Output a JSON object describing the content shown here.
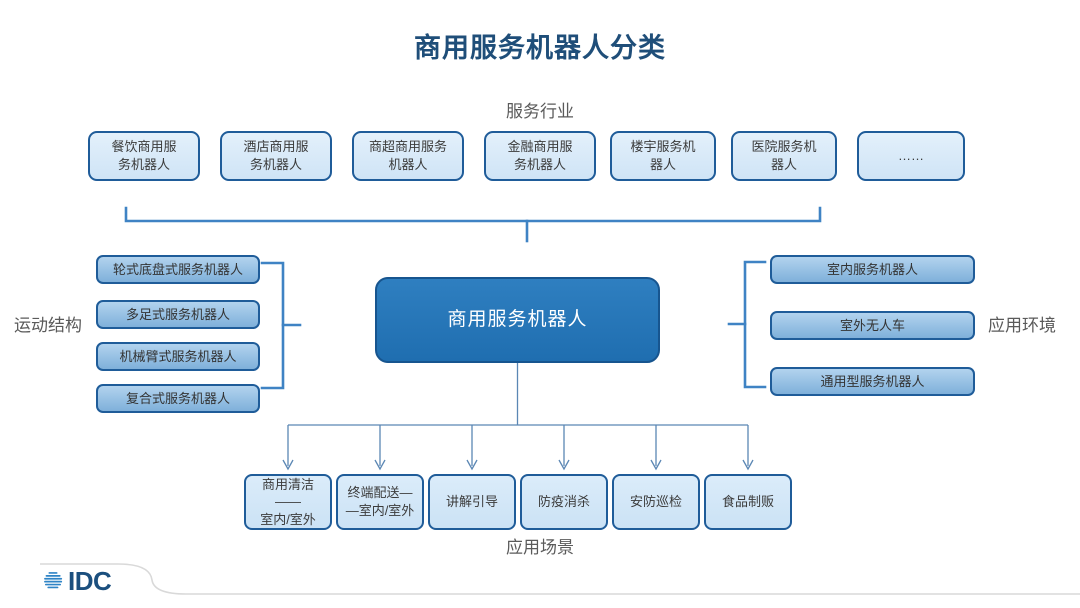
{
  "title": "商用服务机器人分类",
  "labels": {
    "top": "服务行业",
    "left": "运动结构",
    "right": "应用环境",
    "bottom": "应用场景"
  },
  "hub": {
    "label": "商用服务机器人"
  },
  "industry_row": [
    {
      "label": "餐饮商用服\n务机器人"
    },
    {
      "label": "酒店商用服\n务机器人"
    },
    {
      "label": "商超商用服务\n机器人"
    },
    {
      "label": "金融商用服\n务机器人"
    },
    {
      "label": "楼宇服务机\n器人"
    },
    {
      "label": "医院服务机\n器人"
    },
    {
      "label": "……"
    }
  ],
  "motion_structure": [
    {
      "label": "轮式底盘式服务机器人"
    },
    {
      "label": "多足式服务机器人"
    },
    {
      "label": "机械臂式服务机器人"
    },
    {
      "label": "复合式服务机器人"
    }
  ],
  "environment": [
    {
      "label": "室内服务机器人"
    },
    {
      "label": "室外无人车"
    },
    {
      "label": "通用型服务机器人"
    }
  ],
  "scenarios": [
    {
      "label": "商用清洁——\n室内/室外"
    },
    {
      "label": "终端配送—\n—室内/室外"
    },
    {
      "label": "讲解引导"
    },
    {
      "label": "防疫消杀"
    },
    {
      "label": "安防巡检"
    },
    {
      "label": "食品制贩"
    }
  ],
  "logo": {
    "text": "IDC",
    "mark": "idc-globe-icon"
  },
  "colors": {
    "title": "#1f4e79",
    "hub_fill": "#2176bd",
    "node_border": "#1f5c99",
    "node_fill_light": "#d4e7f7",
    "node_fill_attr": "#8cb8dd",
    "connector": "#3f83c4",
    "label_gray": "#5a5a5a",
    "logo_blue": "#1b4f7e",
    "logo_mark": "#2f84c6"
  }
}
